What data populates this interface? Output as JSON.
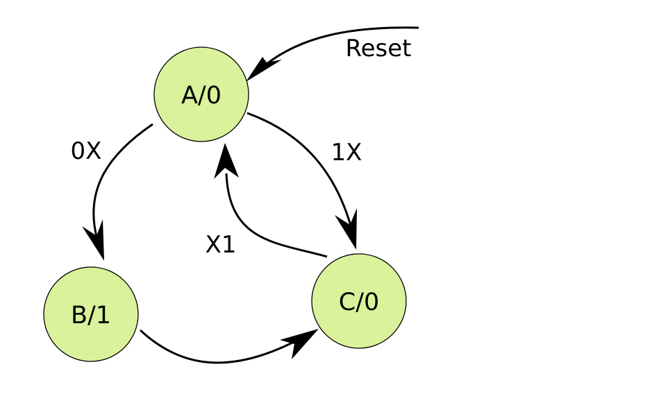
{
  "states": [
    {
      "id": "A",
      "label": "A/0"
    },
    {
      "id": "B",
      "label": "B/1"
    },
    {
      "id": "C",
      "label": "C/0"
    }
  ],
  "transitions": [
    {
      "id": "reset",
      "from": null,
      "to": "A",
      "label": "Reset"
    },
    {
      "id": "a-to-b",
      "from": "A",
      "to": "B",
      "label": "0X"
    },
    {
      "id": "a-to-c",
      "from": "A",
      "to": "C",
      "label": "1X"
    },
    {
      "id": "c-to-a",
      "from": "C",
      "to": "A",
      "label": "X1"
    },
    {
      "id": "b-to-c",
      "from": "B",
      "to": "C",
      "label": ""
    }
  ],
  "colors": {
    "state_fill": "#d9f29b",
    "stroke": "#000000",
    "background": "#ffffff"
  }
}
